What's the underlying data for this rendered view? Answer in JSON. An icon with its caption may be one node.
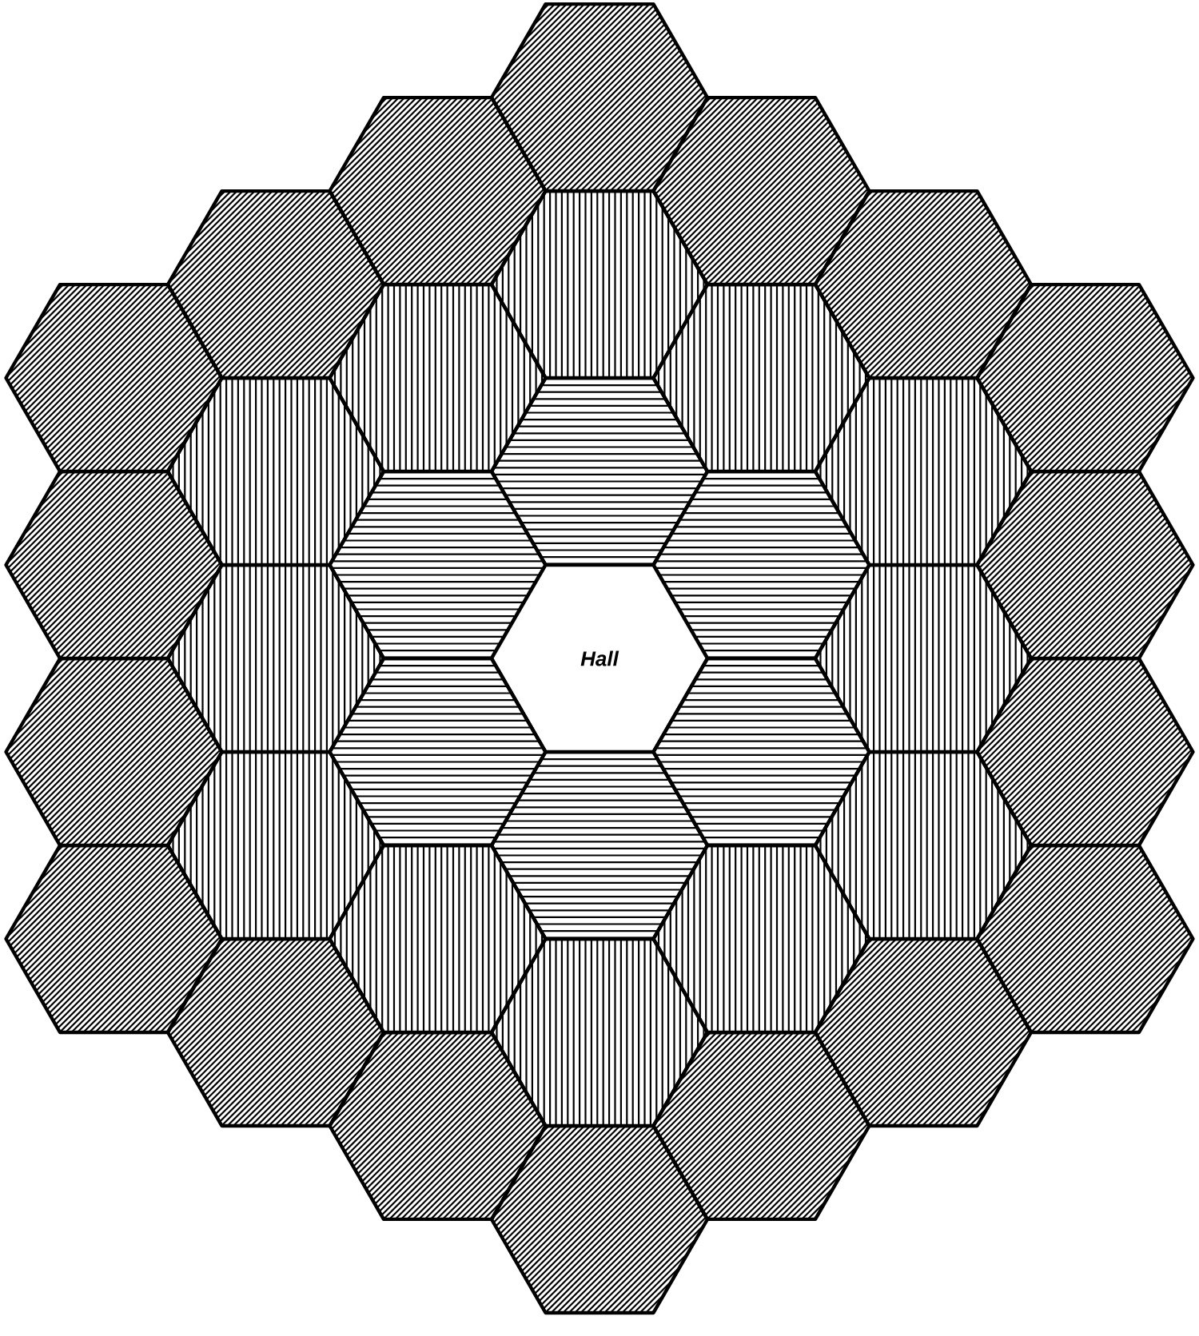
{
  "diagram": {
    "nodes": [
      {
        "text": [],
        "shape": "hexagon"
      },
      {
        "text": [],
        "shape": "hexagon"
      },
      {
        "text": [],
        "shape": "hexagon"
      },
      {
        "text": [],
        "shape": "hexagon"
      },
      {
        "text": [],
        "shape": "hexagon"
      },
      {
        "text": [],
        "shape": "hexagon"
      },
      {
        "text": [],
        "shape": "hexagon"
      },
      {
        "text": [],
        "shape": "hexagon"
      },
      {
        "text": [],
        "shape": "hexagon"
      },
      {
        "text": [],
        "shape": "hexagon"
      },
      {
        "text": [],
        "shape": "hexagon"
      },
      {
        "text": [],
        "shape": "hexagon"
      },
      {
        "text": [],
        "shape": "hexagon"
      },
      {
        "text": [],
        "shape": "hexagon"
      },
      {
        "text": [],
        "shape": "hexagon"
      },
      {
        "text": [],
        "shape": "hexagon"
      },
      {
        "text": [],
        "shape": "hexagon"
      },
      {
        "text": [],
        "shape": "hexagon"
      },
      {
        "text": [
          "Hall"
        ]
      },
      {
        "text": [],
        "shape": "hexagon"
      },
      {
        "text": [],
        "shape": "hexagon"
      },
      {
        "text": [],
        "shape": "hexagon"
      },
      {
        "text": [],
        "shape": "hexagon"
      },
      {
        "text": [],
        "shape": "hexagon"
      },
      {
        "text": [],
        "shape": "hexagon"
      },
      {
        "text": [],
        "shape": "hexagon"
      },
      {
        "text": [],
        "shape": "hexagon"
      },
      {
        "text": [],
        "shape": "hexagon"
      },
      {
        "text": [],
        "shape": "hexagon"
      },
      {
        "text": [],
        "shape": "hexagon"
      },
      {
        "text": [],
        "shape": "hexagon"
      },
      {
        "text": [],
        "shape": "hexagon"
      },
      {
        "text": [],
        "shape": "hexagon"
      },
      {
        "text": [],
        "shape": "hexagon"
      },
      {
        "text": [],
        "shape": "hexagon"
      },
      {
        "text": [],
        "shape": "hexagon"
      },
      {
        "text": [],
        "shape": "hexagon"
      }
    ]
  }
}
